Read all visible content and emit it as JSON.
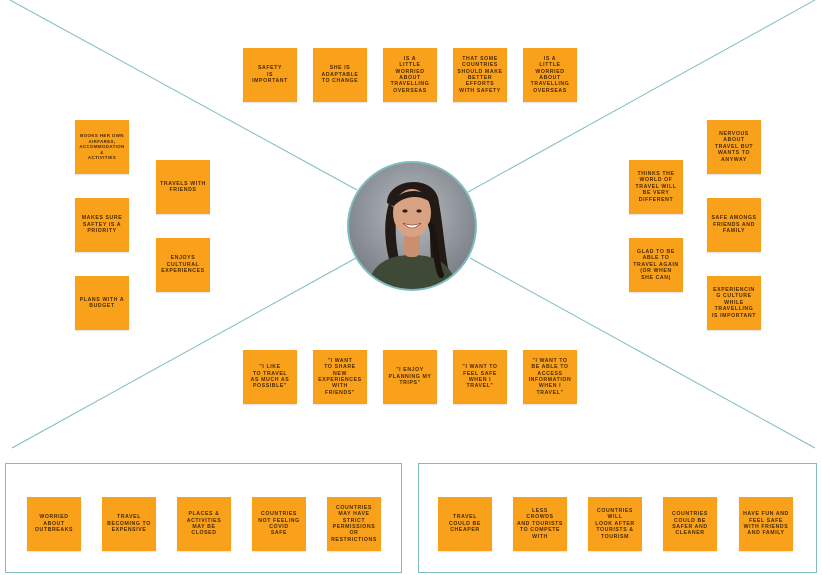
{
  "avatar_label": "Persona photo",
  "top_notes": [
    "SAFETY\nIS\nIMPORTANT",
    "SHE IS\nADAPTABLE\nTO CHANGE",
    "IS A\nLITTLE\nWORRIED\nABOUT\nTRAVELLING\nOVERSEAS",
    "THAT SOME\nCOUNTRIES\nSHOULD MAKE\nBETTER\nEFFORTS\nWITH SAFETY",
    "IS A\nLITTLE\nWORRIED\nABOUT\nTRAVELLING\nOVERSEAS"
  ],
  "left_notes_col1": [
    "BOOKS HER OWN\nAIRFARES,\nACCOMMODATION\n&\nACTIVITIES",
    "MAKES SURE\nSAFTEY IS A\nPRIORITY",
    "PLANS WITH A\nBUDGET"
  ],
  "left_notes_col2": [
    "TRAVELS WITH\nFRIENDS",
    "ENJOYS\nCULTURAL\nEXPERIENCES"
  ],
  "right_notes_col1": [
    "THINKS THE\nWORLD OF\nTRAVEL WILL\nBE VERY\nDIFFERENT",
    "GLAD TO BE\nABLE TO\nTRAVEL AGAIN\n(OR WHEN\nSHE CAN)"
  ],
  "right_notes_col2": [
    "NERVOUS\nABOUT\nTRAVEL BUT\nWANTS TO\nANYWAY",
    "SAFE AMONGS\nFRIENDS AND\nFAMILY",
    "EXPERIENCIN\nG CULTURE\nWHILE\nTRAVELLING\nIS IMPORTANT"
  ],
  "bottom_notes": [
    "\"I LIKE\nTO TRAVEL\nAS MUCH AS\nPOSSIBLE\"",
    "\"I WANT\nTO SHARE\nNEW\nEXPERIENCES\nWITH\nFRIENDS\"",
    "\"I ENJOY\nPLANNING MY\nTRIPS\"",
    "\"I WANT TO\nFEEL SAFE\nWHEN I\nTRAVEL\"",
    "\"I WANT TO\nBE ABLE TO\nACCESS\nINFORMATION\nWHEN I\nTRAVEL\""
  ],
  "pains": [
    "WORRIED\nABOUT\nOUTBREAKS",
    "TRAVEL\nBECOMING TO\nEXPENSIVE",
    "PLACES &\nACTIVITIES\nMAY BE\nCLOSED",
    "COUNTRIES\nNOT FEELING\nCOVID\nSAFE",
    "COUNTRIES\nMAY HAVE\nSTRICT\nPERMISSIONS\nOR\nRESTRICTIONS"
  ],
  "gains": [
    "TRAVEL\nCOULD BE\nCHEAPER",
    "LESS\nCROWDS\nAND TOURISTS\nTO COMPETE\nWITH",
    "COUNTRIES\nWILL\nLOOK AFTER\nTOURISTS &\nTOURISM",
    "COUNTRIES\nCOULD BE\nSAFER AND\nCLEANER",
    "HAVE FUN AND\nFEEL SAFE\nWITH FRIENDS\nAND FAMILY"
  ],
  "colors": {
    "note": "#f9a11b",
    "line": "#7fbcc0"
  }
}
